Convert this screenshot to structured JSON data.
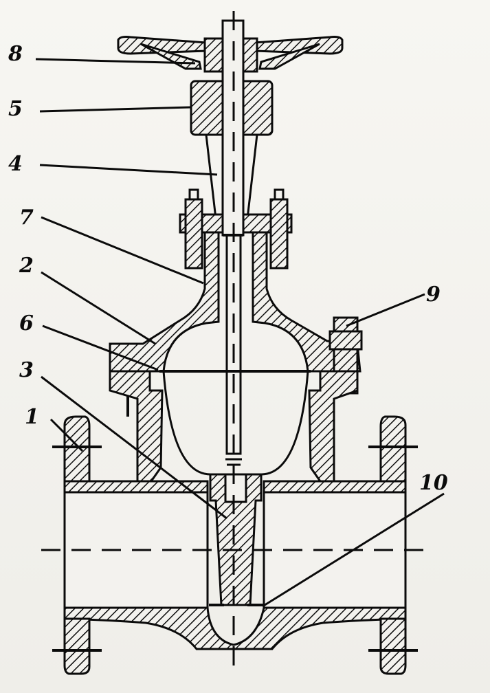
{
  "diagram": {
    "labels": {
      "l1": "1",
      "l2": "2",
      "l3": "3",
      "l4": "4",
      "l5": "5",
      "l6": "6",
      "l7": "7",
      "l8": "8",
      "l9": "9",
      "l10": "10"
    },
    "colors": {
      "ink": "#0b0b0b",
      "paper": "#f3f2ee"
    }
  }
}
